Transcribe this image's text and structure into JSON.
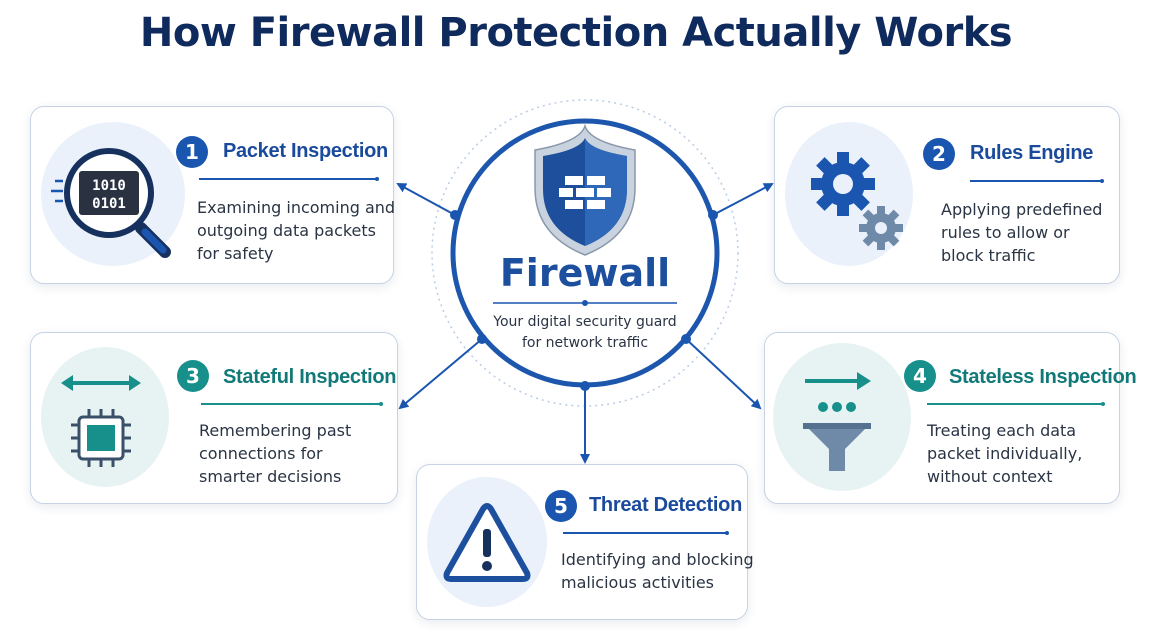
{
  "title": "How Firewall Protection Actually Works",
  "center": {
    "name": "Firewall",
    "tagline": [
      "Your digital security guard",
      "for network traffic"
    ]
  },
  "colors": {
    "navy": "#0f2a5c",
    "blue": "#1a56b0",
    "teal": "#17908c",
    "border": "#c6d3e4"
  },
  "steps": [
    {
      "number": "1",
      "title": "Packet Inspection",
      "icon": "magnifier-binary-icon",
      "accent": "blue",
      "description": [
        "Examining incoming and",
        "outgoing data packets",
        "for safety"
      ]
    },
    {
      "number": "2",
      "title": "Rules Engine",
      "icon": "gears-icon",
      "accent": "blue",
      "description": [
        "Applying predefined",
        "rules to allow or",
        "block traffic"
      ]
    },
    {
      "number": "3",
      "title": "Stateful Inspection",
      "icon": "chip-arrows-icon",
      "accent": "teal",
      "description": [
        "Remembering past",
        "connections for",
        "smarter decisions"
      ]
    },
    {
      "number": "4",
      "title": "Stateless Inspection",
      "icon": "funnel-arrow-icon",
      "accent": "teal",
      "description": [
        "Treating each data",
        "packet individually,",
        "without context"
      ]
    },
    {
      "number": "5",
      "title": "Threat Detection",
      "icon": "warning-triangle-icon",
      "accent": "blue",
      "description": [
        "Identifying and blocking",
        "malicious activities"
      ]
    }
  ]
}
